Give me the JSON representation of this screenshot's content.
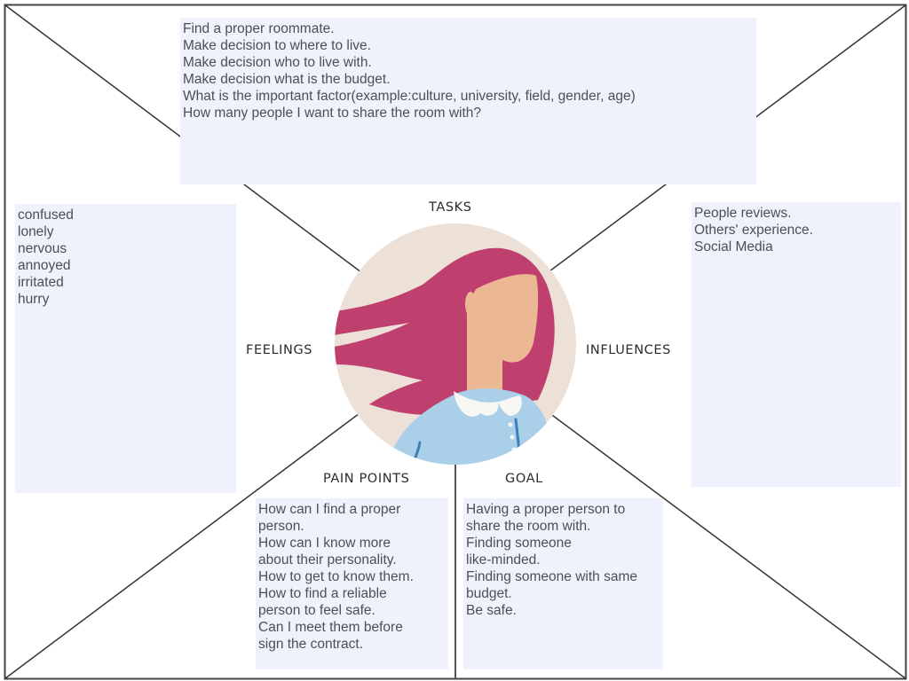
{
  "labels": {
    "tasks": "TASKS",
    "feelings": "FEELINGS",
    "influences": "INFLUENCES",
    "pain_points": "PAIN POINTS",
    "goal": "GOAL"
  },
  "tasks": [
    "Find a proper roommate.",
    "Make decision to where to live.",
    "Make decision who to live with.",
    "Make decision what is the budget.",
    "What is the important factor(example:culture, university, field, gender, age)",
    "How many people I want to share the room with?"
  ],
  "feelings": [
    "confused",
    "lonely",
    "nervous",
    "annoyed",
    "irritated",
    "hurry"
  ],
  "influences": [
    "People reviews.",
    "Others' experience.",
    "Social Media"
  ],
  "pain_points": [
    "How can I find a proper",
    "person.",
    "How can I know more",
    "about their personality.",
    "How to get to know them.",
    "How to find a reliable",
    "person to feel safe.",
    "Can I meet them before",
    "sign the contract."
  ],
  "goal": [
    "Having a proper person to",
    "share the room with.",
    "Finding someone",
    "like-minded.",
    "Finding someone with same",
    "budget.",
    "Be safe."
  ],
  "colors": {
    "note_bg": "#eff2fd",
    "hair": "#bf3f6e",
    "skin": "#ebb893",
    "shirt": "#a9cfe9",
    "portrait_bg": "#ede0d6"
  },
  "portrait": {
    "icon": "woman-avatar-icon"
  }
}
